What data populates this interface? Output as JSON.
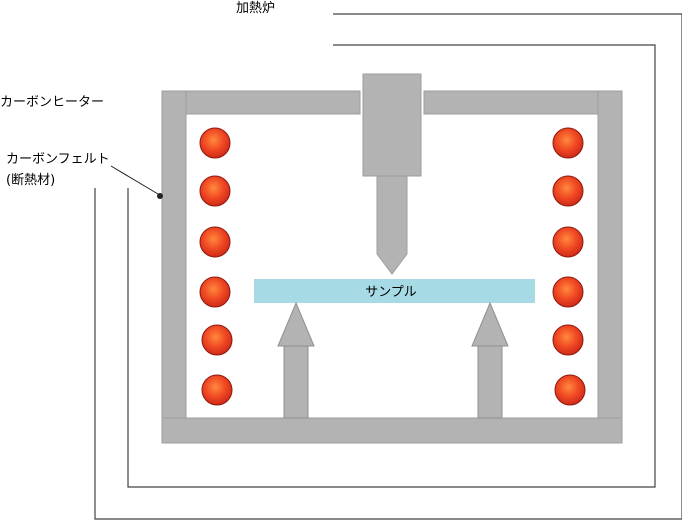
{
  "labels": {
    "furnace": "加熱炉",
    "heater": "カーボンヒーター",
    "felt": "カーボンフェルト",
    "felt_note": "(断熱材)",
    "sample": "サンプル"
  },
  "colors": {
    "felt_gray": "#b3b3b3",
    "felt_edge": "#a0a0a0",
    "sample_fill": "#a6dbe6",
    "heater_red": "#e8321e",
    "heater_edge": "#8c1a10",
    "heater_highlight": "#ff7a3c",
    "outline": "#333333"
  },
  "diagram": {
    "heater_count_per_side": 6,
    "support_arrow_count": 2
  }
}
